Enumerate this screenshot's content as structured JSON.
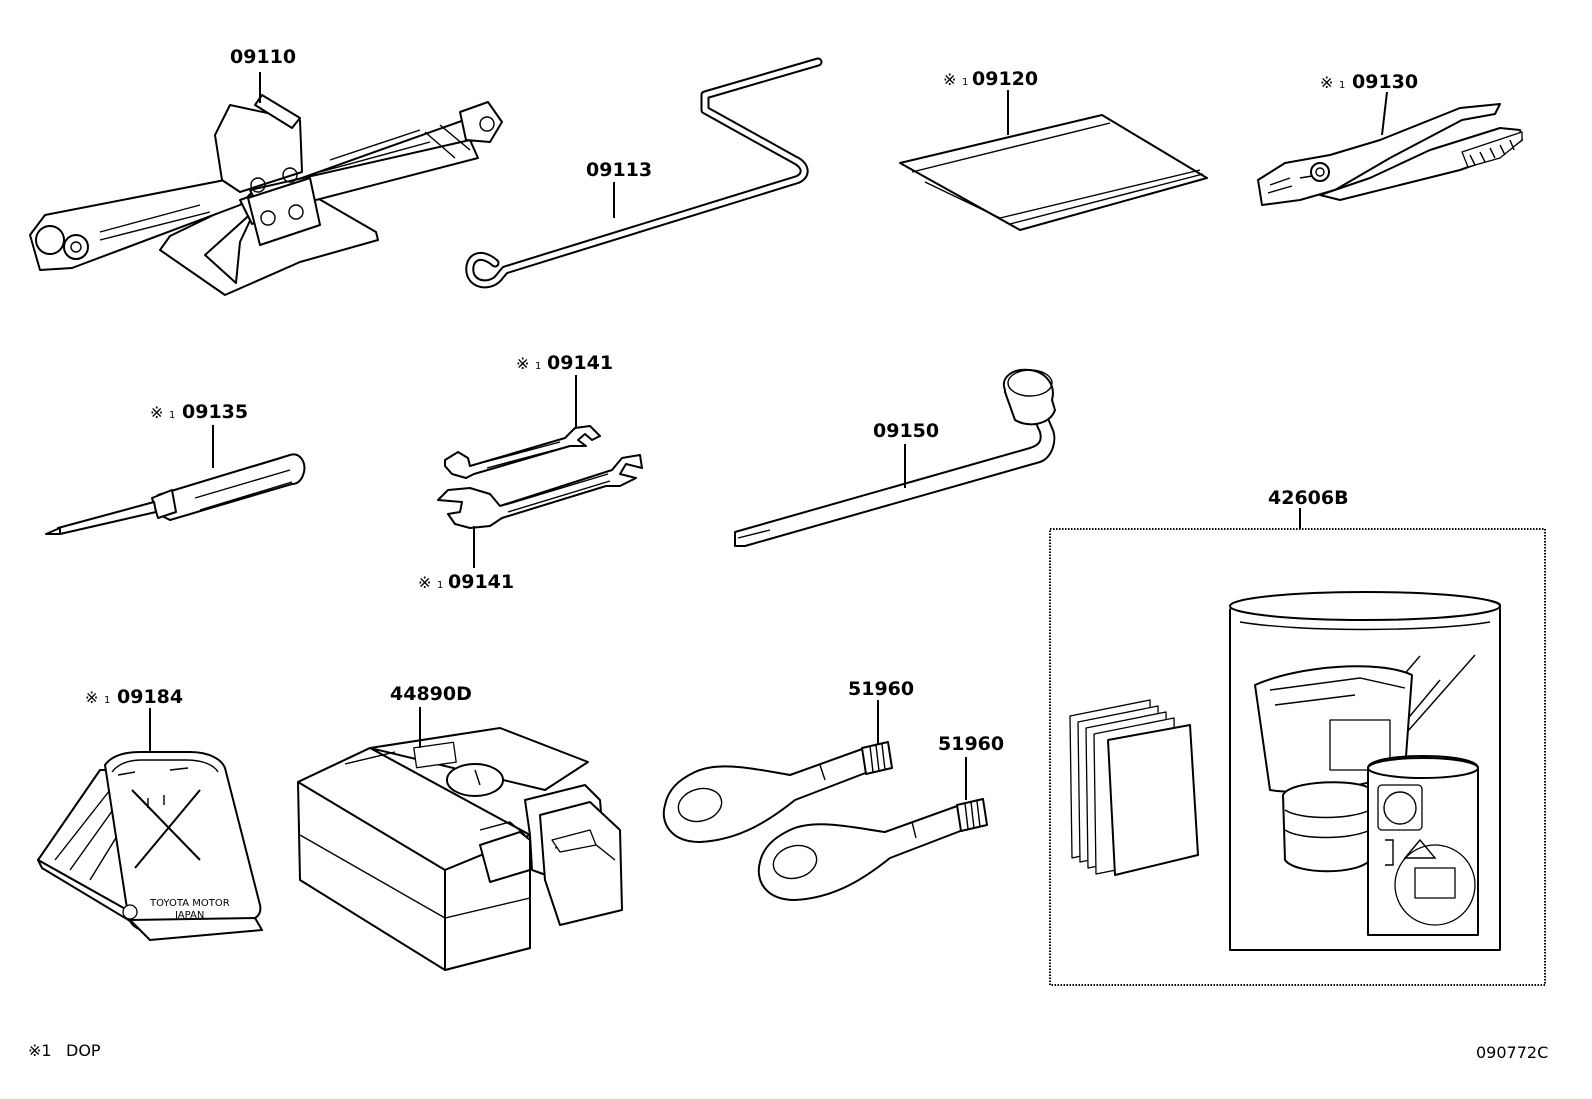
{
  "labels": {
    "jack": "09110",
    "jack_handle": "09113",
    "tool_bag": "09120",
    "pliers": "09130",
    "screwdriver": "09135",
    "wrench_top": "09141",
    "wrench_bottom": "09141",
    "lug_wrench": "09150",
    "repair_kit": "42606B",
    "wheel_chock": "09184",
    "compressor": "44890D",
    "towing_eye_1": "51960",
    "towing_eye_2": "51960"
  },
  "dop_marks": {
    "mark": "※",
    "number": "1"
  },
  "chock_text": {
    "line1": "TOYOTA MOTOR",
    "line2": "JAPAN"
  },
  "footer": {
    "legend_mark": "※1",
    "legend_text": "DOP",
    "diagram_code": "090772C"
  }
}
